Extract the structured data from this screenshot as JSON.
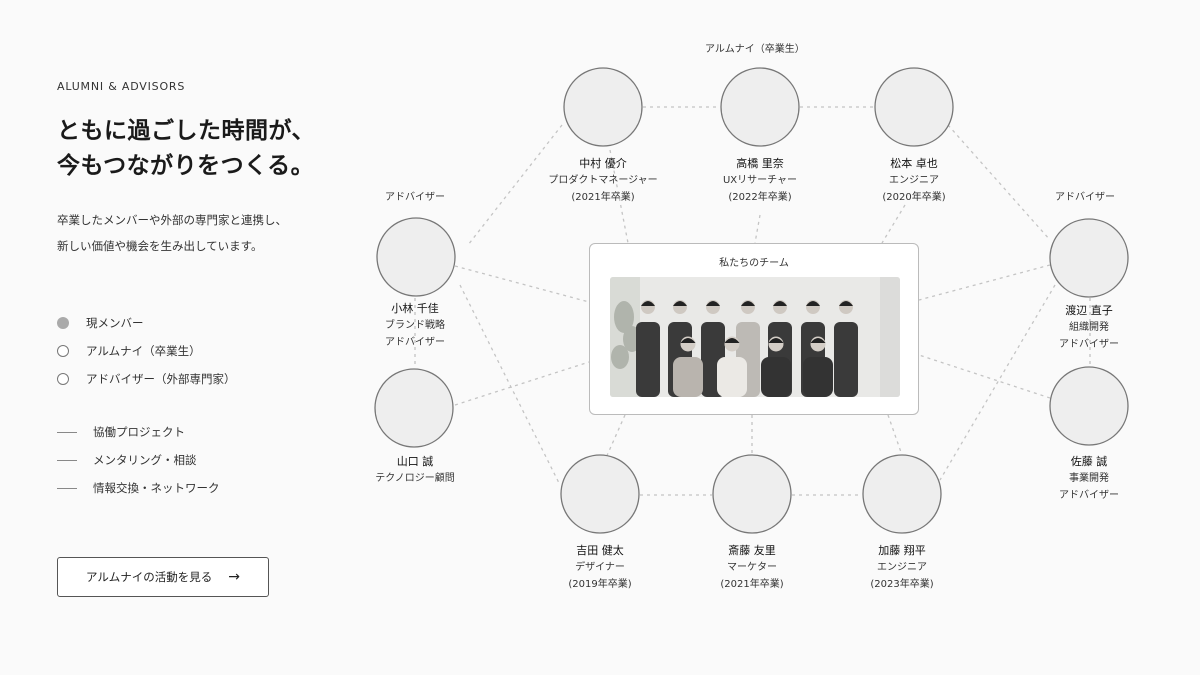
{
  "intro": {
    "eyebrow": "ALUMNI & ADVISORS",
    "headline_line1": "ともに過ごした時間が、",
    "headline_line2": "今もつながりをつくる。",
    "desc_line1": "卒業したメンバーや外部の専門家と連携し、",
    "desc_line2": "新しい価値や機会を生み出しています。"
  },
  "legend": {
    "current": "現メンバー",
    "alumni": "アルムナイ（卒業生）",
    "advisor": "アドバイザー（外部専門家）"
  },
  "relations": {
    "project": "協働プロジェクト",
    "mentoring": "メンタリング・相談",
    "exchange": "情報交換・ネットワーク"
  },
  "cta": {
    "label": "アルムナイの活動を見る",
    "arrow": "→"
  },
  "groups": {
    "alumni_top": "アルムナイ（卒業生）",
    "advisor_left": "アドバイザー",
    "advisor_right": "アドバイザー"
  },
  "team": {
    "title": "私たちのチーム"
  },
  "people": {
    "nakamura": {
      "name": "中村 優介",
      "role": "プロダクトマネージャー",
      "year": "(2021年卒業)"
    },
    "takahashi": {
      "name": "高橋 里奈",
      "role": "UXリサーチャー",
      "year": "(2022年卒業)"
    },
    "matsumoto": {
      "name": "松本 卓也",
      "role": "エンジニア",
      "year": "(2020年卒業)"
    },
    "kobayashi": {
      "name": "小林 千佳",
      "role": "ブランド戦略",
      "year": "アドバイザー"
    },
    "yamaguchi": {
      "name": "山口 誠",
      "role": "テクノロジー顧問",
      "year": ""
    },
    "watanabe": {
      "name": "渡辺 直子",
      "role": "組織開発",
      "year": "アドバイザー"
    },
    "sato": {
      "name": "佐藤 誠",
      "role": "事業開発",
      "year": "アドバイザー"
    },
    "yoshida": {
      "name": "吉田 健太",
      "role": "デザイナー",
      "year": "(2019年卒業)"
    },
    "saito": {
      "name": "斎藤 友里",
      "role": "マーケター",
      "year": "(2021年卒業)"
    },
    "kato": {
      "name": "加藤 翔平",
      "role": "エンジニア",
      "year": "(2023年卒業)"
    }
  },
  "colors": {
    "line": "#c4c4c4",
    "stroke": "#777777",
    "background": "#fafafa"
  }
}
